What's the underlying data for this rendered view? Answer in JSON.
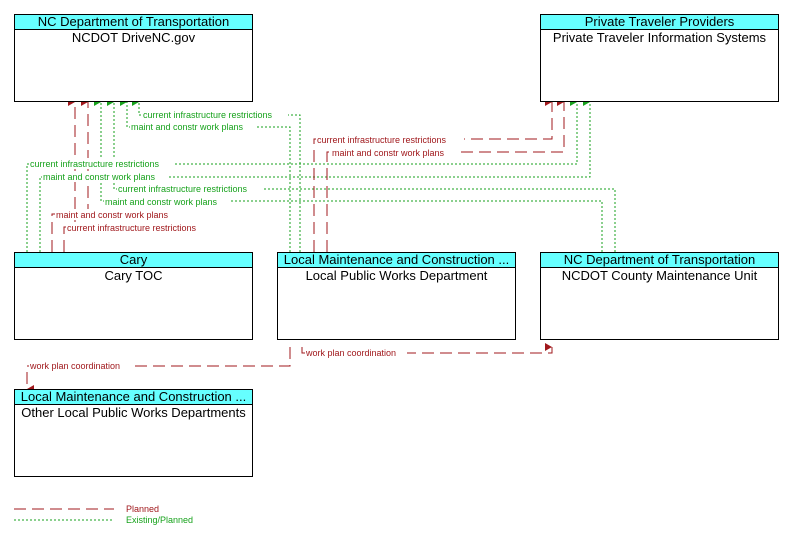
{
  "nodes": {
    "ncdot_drivenc": {
      "header": "NC Department of Transportation",
      "title": "NCDOT DriveNC.gov"
    },
    "private_traveler": {
      "header": "Private Traveler Providers",
      "title": "Private Traveler Information Systems"
    },
    "cary_toc": {
      "header": "Cary",
      "title": "Cary TOC"
    },
    "local_pwd": {
      "header": "Local Maintenance and Construction ...",
      "title": "Local Public Works Department"
    },
    "ncdot_county": {
      "header": "NC Department of Transportation",
      "title": "NCDOT County Maintenance Unit"
    },
    "other_pwd": {
      "header": "Local Maintenance and Construction ...",
      "title": "Other Local Public Works Departments"
    }
  },
  "flows": {
    "f1": "current infrastructure restrictions",
    "f2": "maint and constr work plans",
    "f3": "current infrastructure restrictions",
    "f4": "maint and constr work plans",
    "f5": "current infrastructure restrictions",
    "f6": "maint and constr work plans",
    "f7": "current infrastructure restrictions",
    "f8": "maint and constr work plans",
    "f9": "maint and constr work plans",
    "f10": "current infrastructure restrictions",
    "f11": "work plan coordination",
    "f12": "work plan coordination"
  },
  "legend": {
    "planned": "Planned",
    "existing": "Existing/Planned"
  },
  "colors": {
    "planned": "#a0181c",
    "existing": "#17a21c",
    "header": "#66ffff"
  }
}
